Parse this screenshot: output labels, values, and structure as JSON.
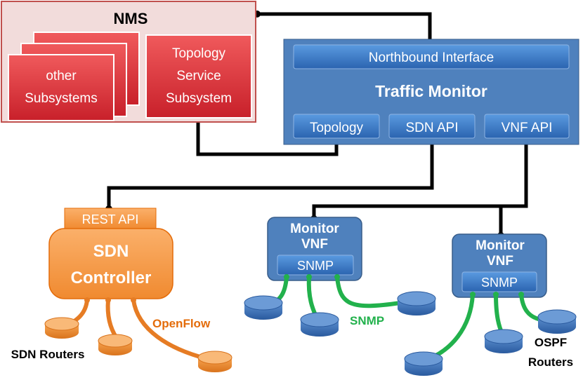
{
  "nms": {
    "title": "NMS",
    "other_line1": "other",
    "other_line2": "Subsystems",
    "topo_line1": "Topology",
    "topo_line2": "Service",
    "topo_line3": "Subsystem"
  },
  "traffic_monitor": {
    "northbound": "Northbound Interface",
    "title": "Traffic Monitor",
    "topology": "Topology",
    "sdn_api": "SDN API",
    "vnf_api": "VNF API"
  },
  "sdn_controller": {
    "rest_api": "REST API",
    "line1": "SDN",
    "line2": "Controller",
    "openflow": "OpenFlow",
    "routers_label": "SDN Routers"
  },
  "monitor_vnf_1": {
    "line1": "Monitor",
    "line2": "VNF",
    "snmp": "SNMP"
  },
  "monitor_vnf_2": {
    "line1": "Monitor",
    "line2": "VNF",
    "snmp": "SNMP"
  },
  "snmp_label": "SNMP",
  "ospf_label_line1": "OSPF",
  "ospf_label_line2": "Routers",
  "colors": {
    "nms_bg": "#f2dcdb",
    "nms_border": "#c0504d",
    "red_box": "#e0393b",
    "blue_panel": "#4f81bd",
    "blue_button": "#3a78c8",
    "orange": "#f79646",
    "orange_dark": "#e46c0a",
    "green": "#00b050",
    "black": "#000000"
  }
}
